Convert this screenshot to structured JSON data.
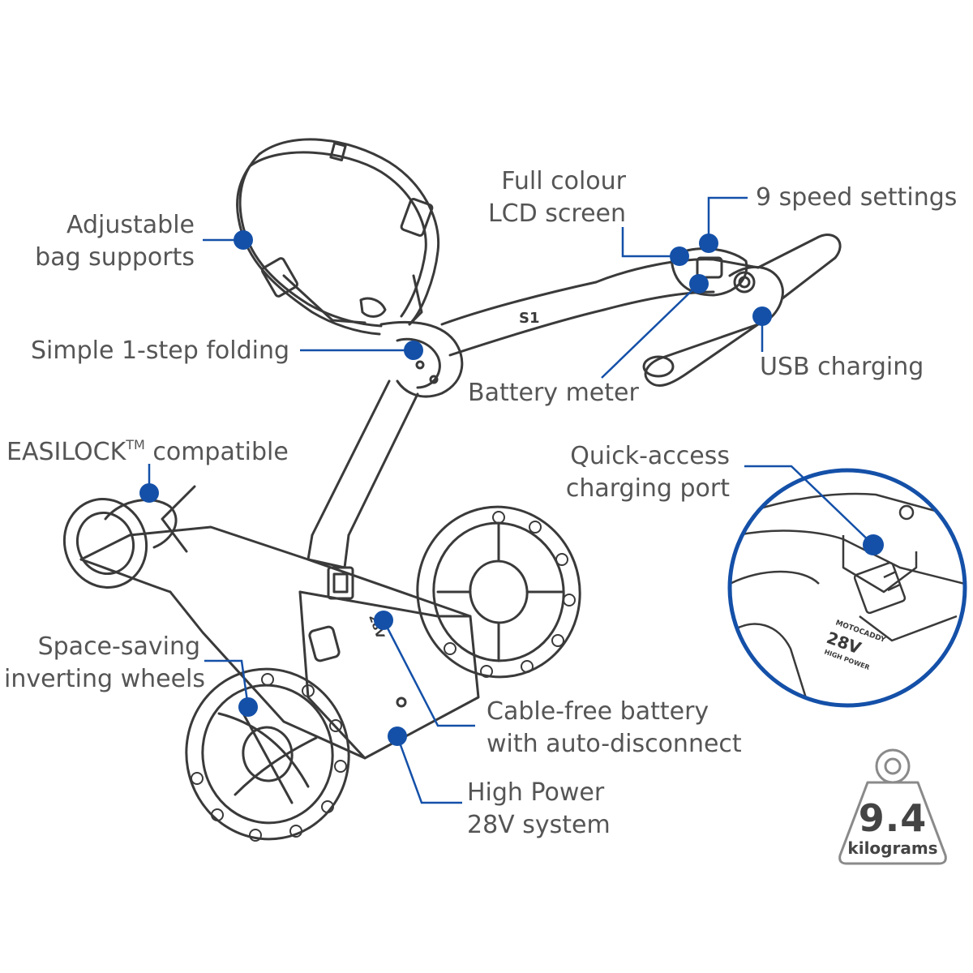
{
  "colors": {
    "accent": "#1450a8",
    "line_art": "#3a3a3a",
    "label_text": "#555555"
  },
  "labels": {
    "bag_supports": [
      "Adjustable",
      "bag supports"
    ],
    "folding": "Simple 1-step folding",
    "easilock": {
      "brand": "EASILOCK",
      "mark": "TM",
      "rest": " compatible"
    },
    "wheels": [
      "Space-saving",
      "inverting wheels"
    ],
    "lcd": [
      "Full colour",
      "LCD screen"
    ],
    "speed": "9 speed settings",
    "usb": "USB charging",
    "battery_meter": "Battery meter",
    "charging_port": [
      "Quick-access",
      "charging port"
    ],
    "battery": [
      "Cable-free battery",
      "with auto-disconnect"
    ],
    "power": [
      "High Power",
      "28V system"
    ]
  },
  "product_marks": {
    "handle_logo": "S1",
    "battery_voltage": "28V",
    "inset_brand": "MOTOCADDY",
    "inset_voltage": "28V",
    "inset_power": "HIGH POWER"
  },
  "weight": {
    "value": "9.4",
    "unit": "kilograms"
  }
}
